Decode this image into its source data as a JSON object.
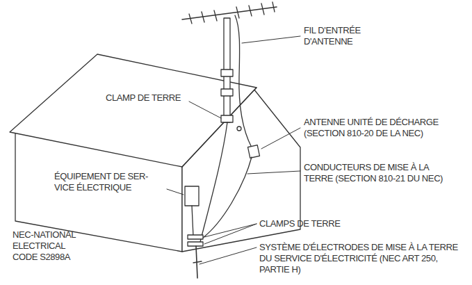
{
  "diagram": {
    "labels": [
      "FIL D'ENTRÉE D'ANTENNE",
      "CLAMP DE TERRE",
      "ANTENNE UNITÉ DE DÉCHARGE (SECTION 810-20 DE LA NEC)",
      "ÉQUIPEMENT DE SER- VICE ÉLECTRIQUE",
      "CONDUCTEURS DE MISE À LA TERRE (SECTION 810-21 DU NEC)",
      "NEC-NATIONAL ELECTRICAL CODE S2898A",
      "CLAMPS DE TERRE",
      "SYSTÈME D'ÉLECTRODES DE MISE À LA TERRE DU SERVICE D'ÉLECTRICITÉ (NEC ART 250, PARTIE H)"
    ]
  }
}
